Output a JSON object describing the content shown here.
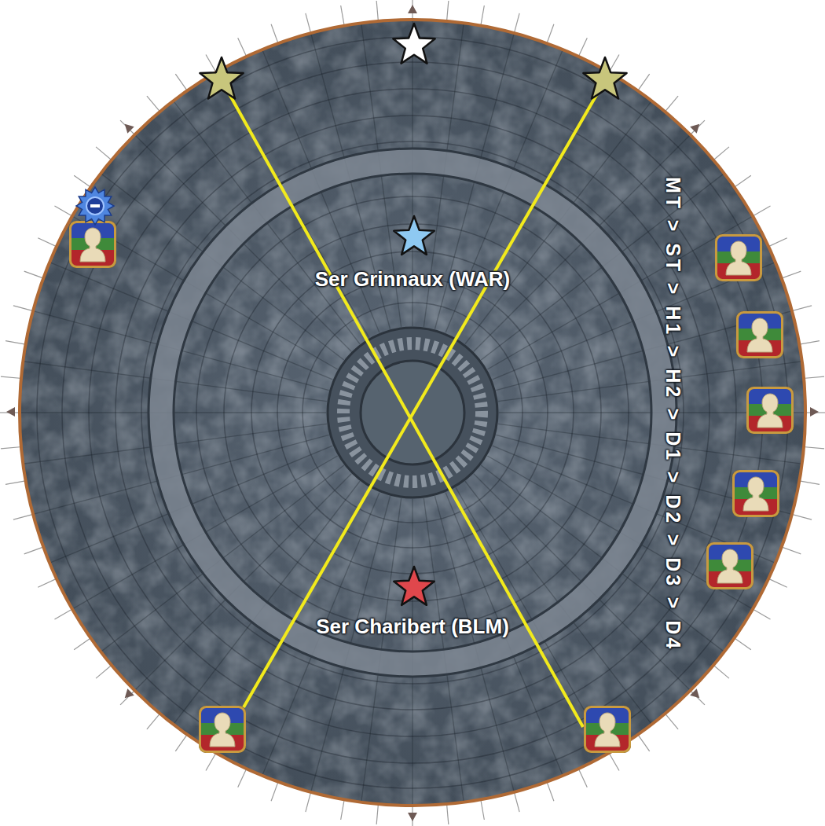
{
  "diagram": {
    "labels": [
      "Ser Grinnaux (WAR)",
      "Ser Charibert (BLM)",
      "MT > ST > H1 > H2 > D1 > D2 > D3 > D4"
    ]
  }
}
